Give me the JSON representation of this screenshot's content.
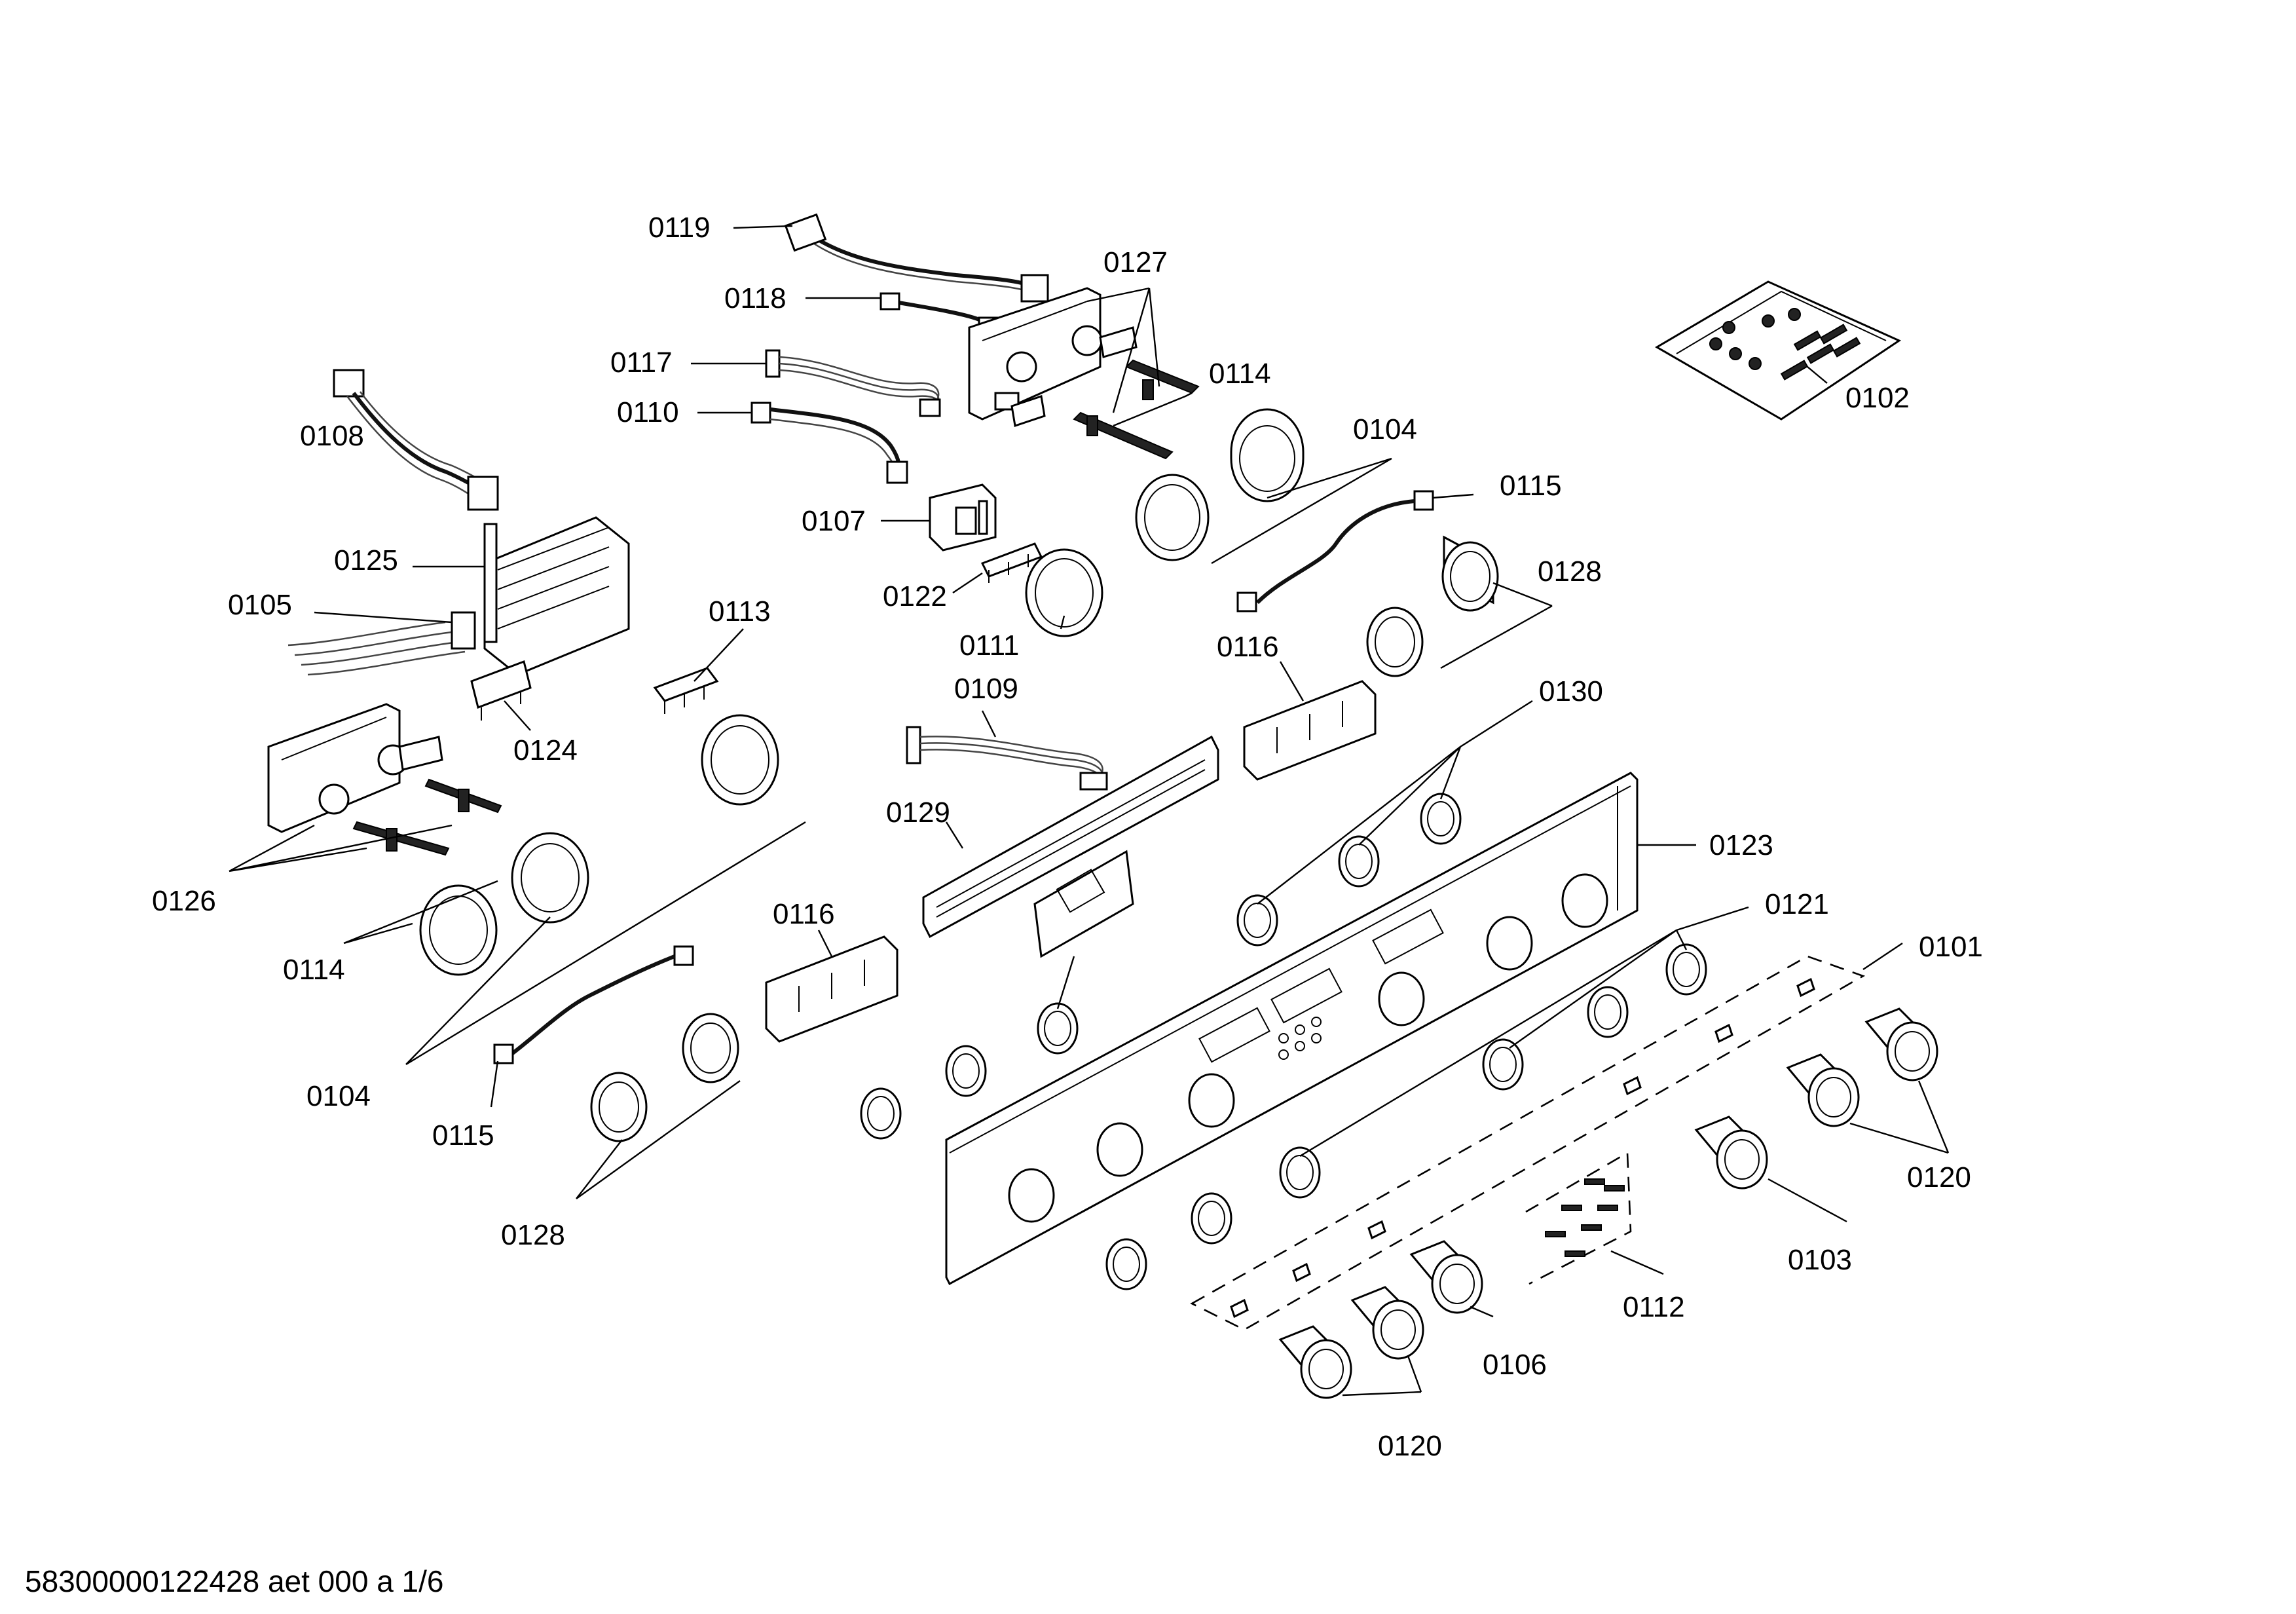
{
  "parts": {
    "p0119": "0119",
    "p0118": "0118",
    "p0127": "0127",
    "p0117": "0117",
    "p0114a": "0114",
    "p0110": "0110",
    "p0108": "0108",
    "p0104a": "0104",
    "p0115a": "0115",
    "p0107": "0107",
    "p0125": "0125",
    "p0128a": "0128",
    "p0105": "0105",
    "p0122": "0122",
    "p0113": "0113",
    "p0111": "0111",
    "p0116a": "0116",
    "p0109": "0109",
    "p0130": "0130",
    "p0124": "0124",
    "p0129": "0129",
    "p0123": "0123",
    "p0126": "0126",
    "p0116b": "0116",
    "p0121": "0121",
    "p0101": "0101",
    "p0114b": "0114",
    "p0104b": "0104",
    "p0115b": "0115",
    "p0120a": "0120",
    "p0128b": "0128",
    "p0103": "0103",
    "p0112": "0112",
    "p0106": "0106",
    "p0120b": "0120",
    "p0102": "0102"
  },
  "footer": {
    "drawing_id": "58300000122428 aet 000 a 1/6"
  }
}
